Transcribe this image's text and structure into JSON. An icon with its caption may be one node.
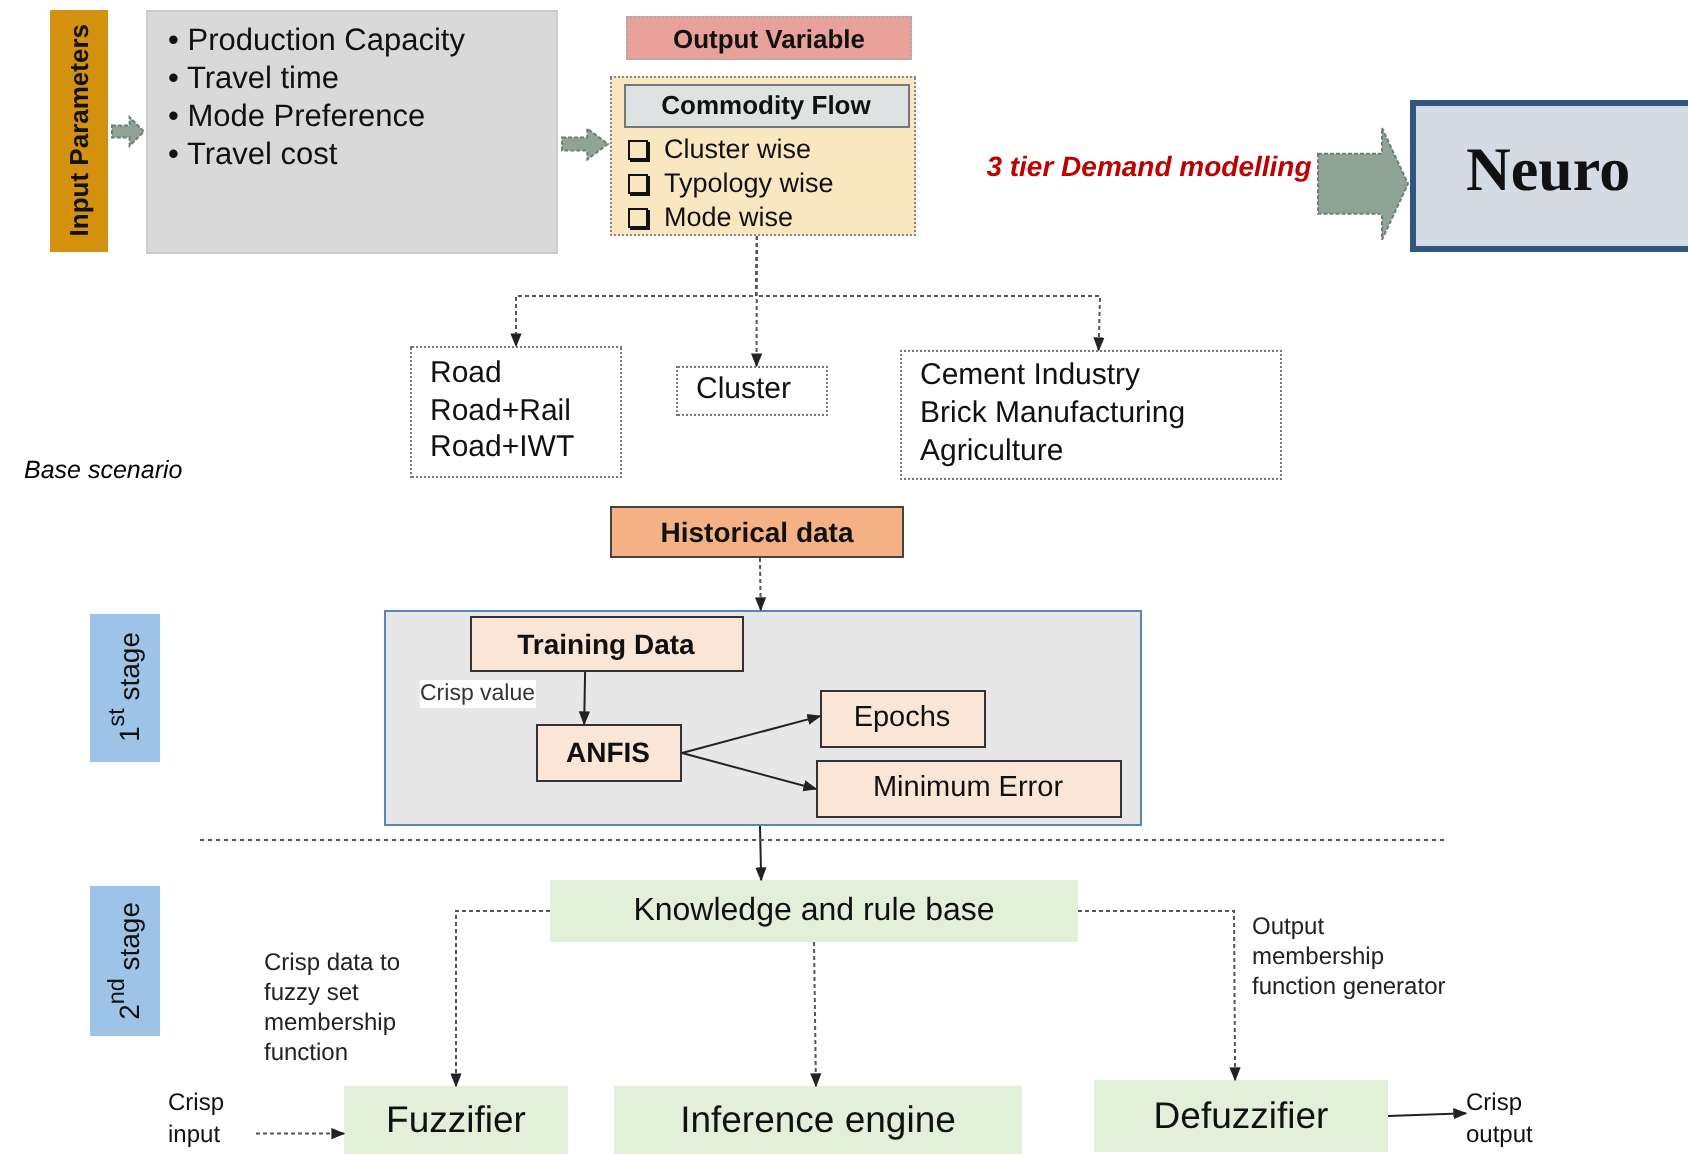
{
  "diagram": {
    "nodes": [
      {
        "text": [
          "Input Parameters"
        ]
      },
      {
        "text": [
          "• Production Capacity",
          "• Travel time",
          "• Mode Preference",
          "• Travel cost"
        ]
      },
      {
        "text": [
          "Output Variable"
        ]
      },
      {
        "text": [
          "Cluster wise",
          "Typology wise",
          "Mode wise"
        ]
      },
      {
        "text": [
          "Commodity Flow"
        ],
        "in": 3
      },
      {
        "text": [
          "Neuro"
        ]
      },
      {
        "text": [
          "Road",
          "Road+Rail",
          "Road+IWT"
        ]
      },
      {
        "text": [
          "Cluster"
        ]
      },
      {
        "text": [
          "Cement Industry",
          "Brick Manufacturing",
          "Agriculture"
        ]
      },
      {
        "text": [
          "Historical data"
        ]
      },
      {
        "text": [
          "1$^{st}$ stage"
        ]
      },
      {
        "text": [],
        "shape": "box"
      },
      {
        "text": [
          "Training Data"
        ],
        "in": 11
      },
      {
        "text": [
          "ANFIS"
        ],
        "in": 11
      },
      {
        "text": [
          "Epochs"
        ],
        "in": 11
      },
      {
        "text": [
          "Minimum Error"
        ],
        "in": 11
      },
      {
        "text": [
          "2$^{nd}$ stage"
        ]
      },
      {
        "text": [
          "Knowledge and rule base"
        ]
      },
      {
        "text": [
          "Fuzzifier"
        ]
      },
      {
        "text": [
          "Inference engine"
        ]
      },
      {
        "text": [
          "Defuzzifier"
        ]
      },
      {
        "text": [
          "Crisp input"
        ]
      },
      {
        "text": [
          "Crisp output"
        ]
      }
    ],
    "edges": [
      {
        "from": 0,
        "to": 1,
        "arrow": "to",
        "style": "thick"
      },
      {
        "from": 1,
        "to": 3,
        "arrow": "to",
        "style": "thick"
      },
      {
        "from": null,
        "to": 5,
        "arrow": "to",
        "style": "thick",
        "label": "3 tier Demand modelling"
      },
      {
        "from": 3,
        "to": 6,
        "arrow": "to",
        "style": "dashed"
      },
      {
        "from": 3,
        "to": 7,
        "arrow": "to",
        "style": "dashed"
      },
      {
        "from": 3,
        "to": 8,
        "arrow": "to",
        "style": "dashed"
      },
      {
        "from": 9,
        "to": 11,
        "arrow": "to",
        "style": "dashed"
      },
      {
        "from": 12,
        "to": 13,
        "arrow": "to",
        "label": "Crisp value"
      },
      {
        "from": 13,
        "to": 14,
        "arrow": "to"
      },
      {
        "from": 13,
        "to": 15,
        "arrow": "to"
      },
      {
        "from": 11,
        "to": 17,
        "arrow": "to"
      },
      {
        "from": 17,
        "to": 18,
        "arrow": "to",
        "style": "dashed",
        "label": "Crisp data to fuzzy set membership function"
      },
      {
        "from": 17,
        "to": 19,
        "arrow": "to",
        "style": "dashed"
      },
      {
        "from": 17,
        "to": 20,
        "arrow": "to",
        "style": "dashed",
        "label": "Output membership function generator"
      },
      {
        "from": 21,
        "to": 18,
        "arrow": "to",
        "style": "dashed"
      },
      {
        "from": 20,
        "to": 22,
        "arrow": "to"
      }
    ],
    "labels": [
      "Base scenario"
    ]
  }
}
